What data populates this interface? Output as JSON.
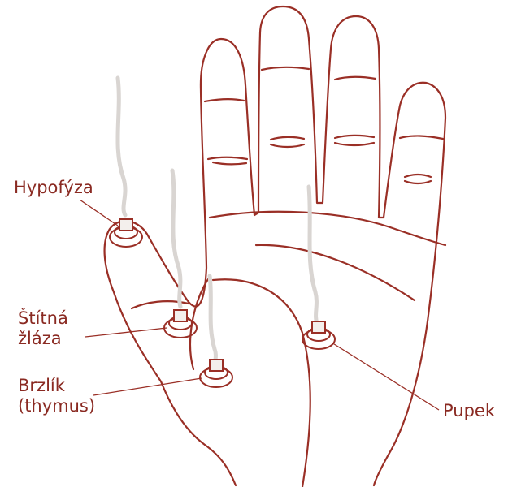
{
  "labels": {
    "hypofyza": "Hypofýza",
    "stitna_line1": "Štítná",
    "stitna_line2": "žláza",
    "brzlik_line1": "Brzlík",
    "brzlik_line2": "(thymus)",
    "pupek": "Pupek"
  },
  "colors": {
    "outline": "#9a2f26",
    "label_text": "#8a2a22",
    "smoke": "#d9d5d2",
    "background": "#ffffff"
  }
}
